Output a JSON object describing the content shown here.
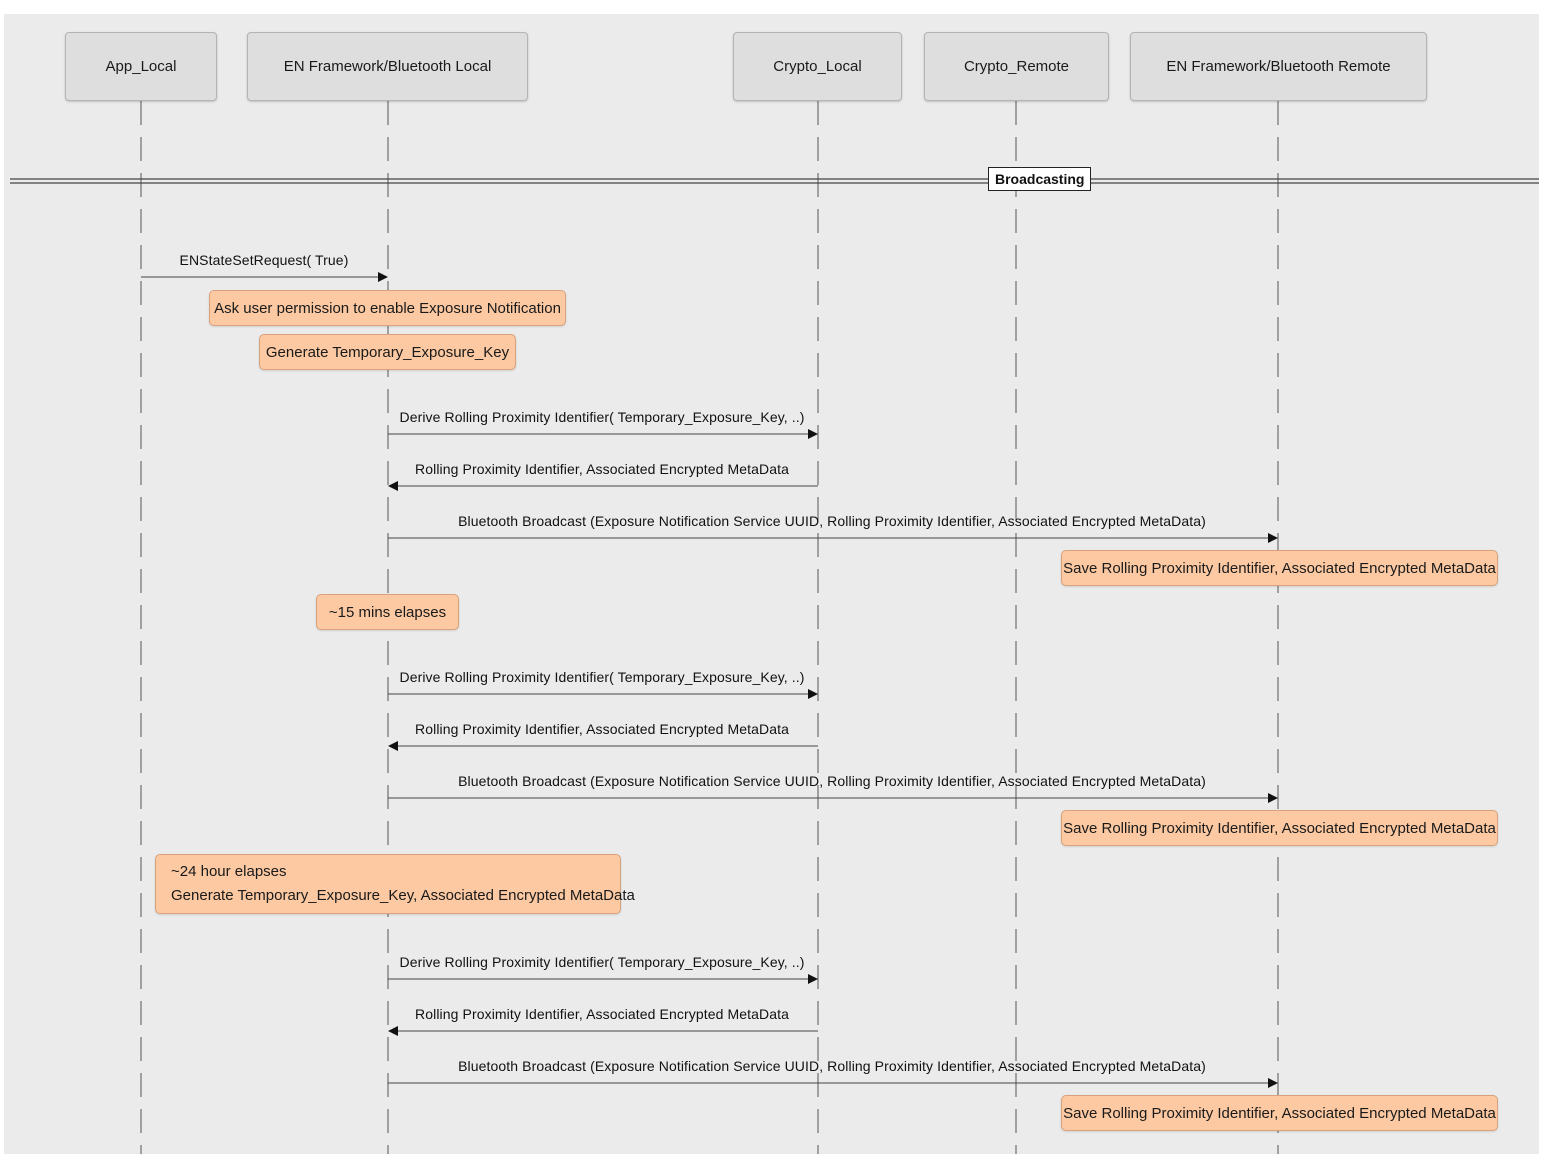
{
  "participants": [
    {
      "id": "app_local",
      "label": "App_Local"
    },
    {
      "id": "en_local",
      "label": "EN Framework/Bluetooth Local"
    },
    {
      "id": "crypto_local",
      "label": "Crypto_Local"
    },
    {
      "id": "crypto_remote",
      "label": "Crypto_Remote"
    },
    {
      "id": "en_remote",
      "label": "EN Framework/Bluetooth Remote"
    }
  ],
  "section": {
    "label": "Broadcasting"
  },
  "messages": [
    {
      "from": "app_local",
      "to": "en_local",
      "label": "ENStateSetRequest( True)"
    },
    {
      "from": "en_local",
      "to": "crypto_local",
      "label": "Derive Rolling Proximity Identifier( Temporary_Exposure_Key, ..)"
    },
    {
      "from": "crypto_local",
      "to": "en_local",
      "label": "Rolling Proximity Identifier, Associated Encrypted MetaData"
    },
    {
      "from": "en_local",
      "to": "en_remote",
      "label": "Bluetooth Broadcast (Exposure Notification Service UUID, Rolling Proximity Identifier, Associated Encrypted MetaData)"
    },
    {
      "from": "en_local",
      "to": "crypto_local",
      "label": "Derive Rolling Proximity Identifier( Temporary_Exposure_Key, ..)"
    },
    {
      "from": "crypto_local",
      "to": "en_local",
      "label": "Rolling Proximity Identifier, Associated Encrypted MetaData"
    },
    {
      "from": "en_local",
      "to": "en_remote",
      "label": "Bluetooth Broadcast (Exposure Notification Service UUID, Rolling Proximity Identifier, Associated Encrypted MetaData)"
    },
    {
      "from": "en_local",
      "to": "crypto_local",
      "label": "Derive Rolling Proximity Identifier( Temporary_Exposure_Key, ..)"
    },
    {
      "from": "crypto_local",
      "to": "en_local",
      "label": "Rolling Proximity Identifier, Associated Encrypted MetaData"
    },
    {
      "from": "en_local",
      "to": "en_remote",
      "label": "Bluetooth Broadcast (Exposure Notification Service UUID, Rolling Proximity Identifier, Associated Encrypted MetaData)"
    }
  ],
  "notes": [
    {
      "over": "en_local",
      "lines": [
        "Ask user permission to enable Exposure Notification"
      ]
    },
    {
      "over": "en_local",
      "lines": [
        "Generate Temporary_Exposure_Key"
      ]
    },
    {
      "over": "en_remote",
      "lines": [
        "Save Rolling Proximity Identifier, Associated Encrypted MetaData"
      ]
    },
    {
      "over": "en_local",
      "lines": [
        "~15 mins elapses"
      ]
    },
    {
      "over": "en_remote",
      "lines": [
        "Save Rolling Proximity Identifier, Associated Encrypted MetaData"
      ]
    },
    {
      "over": "en_local",
      "lines": [
        "~24 hour elapses",
        "Generate Temporary_Exposure_Key, Associated Encrypted MetaData"
      ]
    },
    {
      "over": "en_remote",
      "lines": [
        "Save Rolling Proximity Identifier, Associated Encrypted MetaData"
      ]
    }
  ]
}
